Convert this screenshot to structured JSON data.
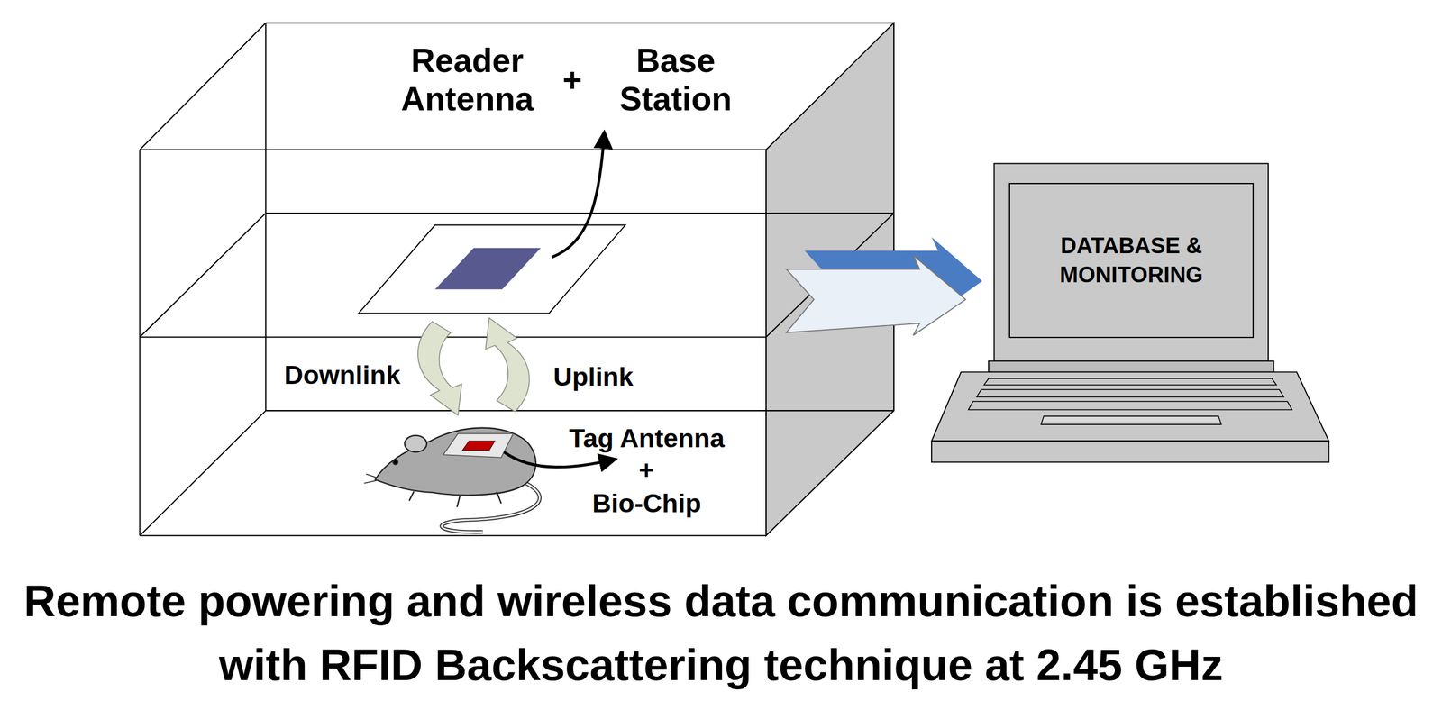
{
  "diagram": {
    "caption": "Remote powering and wireless data communication is established with RFID Backscattering technique at 2.45 GHz",
    "nodes": [
      {
        "text": [
          "DATABASE & MONITORING"
        ]
      }
    ],
    "labels": [
      "Reader Antenna",
      "+",
      "Base Station",
      "Downlink",
      "Uplink",
      "Tag Antenna",
      "+",
      "Bio-Chip"
    ]
  }
}
